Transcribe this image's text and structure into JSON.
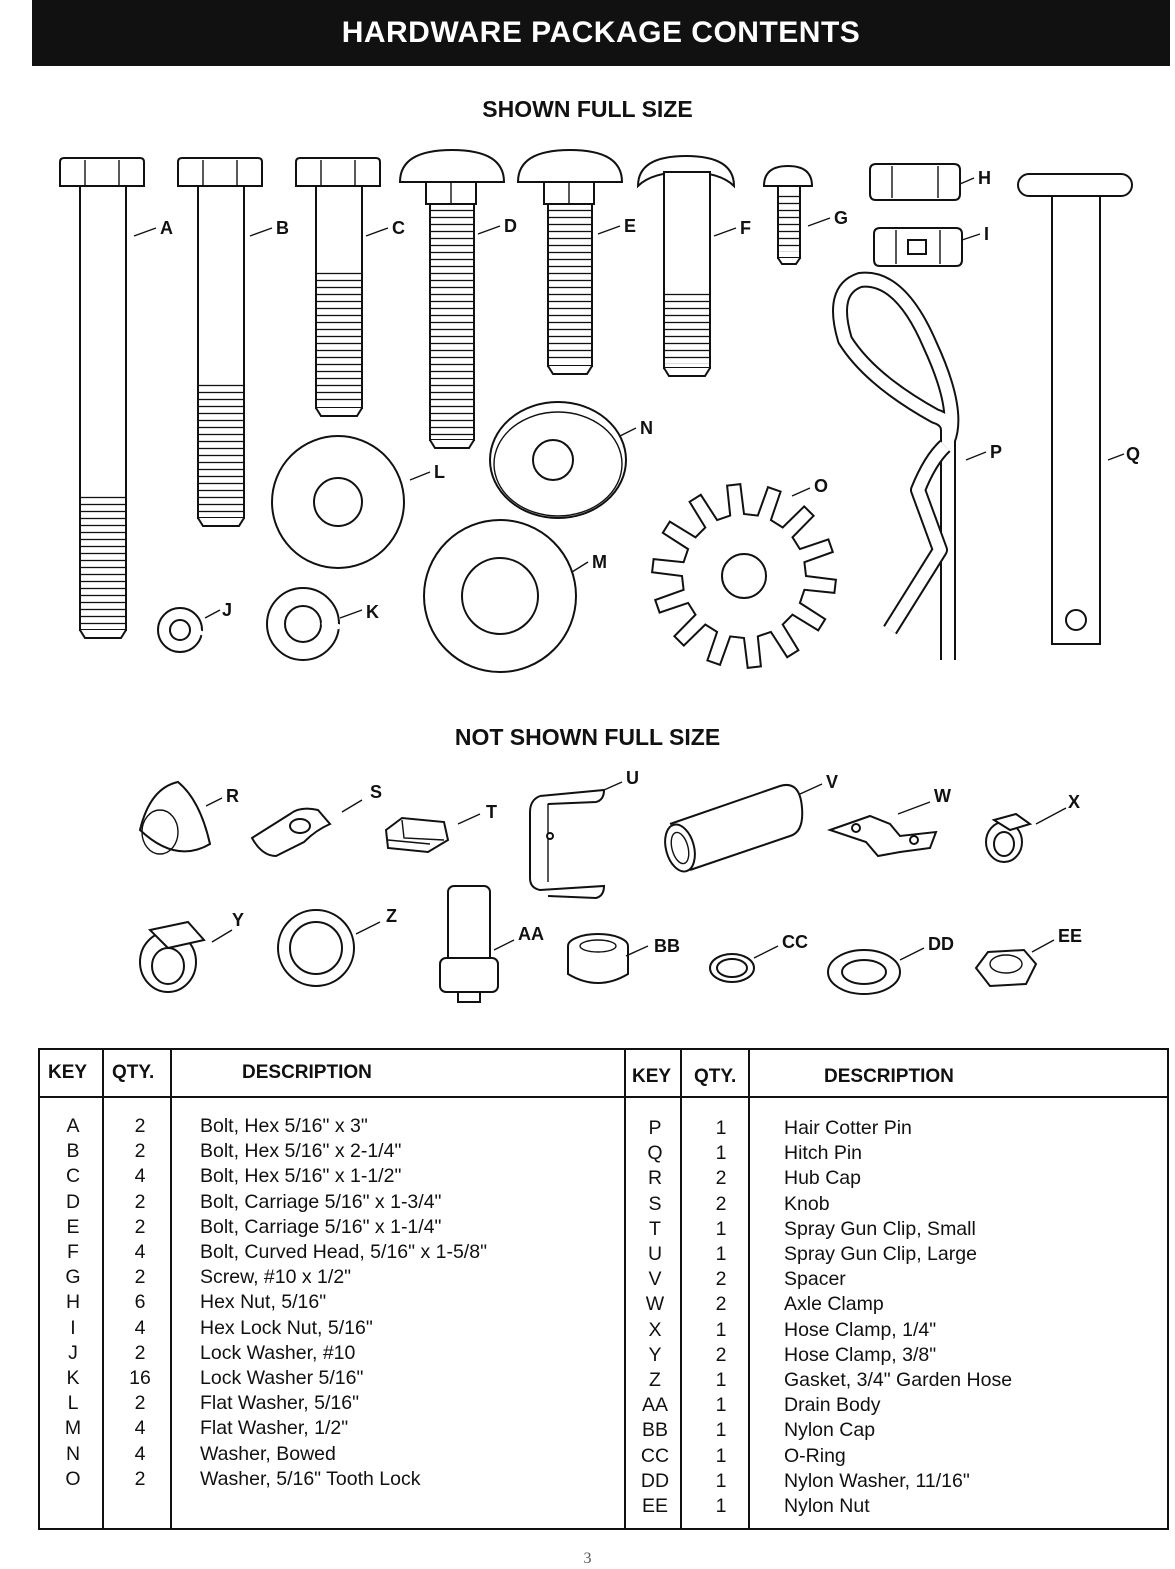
{
  "header": {
    "title": "HARDWARE PACKAGE CONTENTS"
  },
  "sections": {
    "full_size": "SHOWN FULL SIZE",
    "not_full_size": "NOT SHOWN FULL SIZE"
  },
  "figure_labels": {
    "A": "A",
    "B": "B",
    "C": "C",
    "D": "D",
    "E": "E",
    "F": "F",
    "G": "G",
    "H": "H",
    "I": "I",
    "J": "J",
    "K": "K",
    "L": "L",
    "M": "M",
    "N": "N",
    "O": "O",
    "P": "P",
    "Q": "Q",
    "R": "R",
    "S": "S",
    "T": "T",
    "U": "U",
    "V": "V",
    "W": "W",
    "X": "X",
    "Y": "Y",
    "Z": "Z",
    "AA": "AA",
    "BB": "BB",
    "CC": "CC",
    "DD": "DD",
    "EE": "EE"
  },
  "table": {
    "headers": {
      "key": "KEY",
      "qty": "QTY.",
      "description": "DESCRIPTION"
    },
    "left": [
      {
        "key": "A",
        "qty": "2",
        "desc": "Bolt, Hex 5/16\" x 3\""
      },
      {
        "key": "B",
        "qty": "2",
        "desc": "Bolt, Hex 5/16\" x 2-1/4\""
      },
      {
        "key": "C",
        "qty": "4",
        "desc": "Bolt, Hex 5/16\" x 1-1/2\""
      },
      {
        "key": "D",
        "qty": "2",
        "desc": "Bolt, Carriage 5/16\" x 1-3/4\""
      },
      {
        "key": "E",
        "qty": "2",
        "desc": "Bolt, Carriage 5/16\" x 1-1/4\""
      },
      {
        "key": "F",
        "qty": "4",
        "desc": "Bolt, Curved Head, 5/16\" x 1-5/8\""
      },
      {
        "key": "G",
        "qty": "2",
        "desc": "Screw, #10 x 1/2\""
      },
      {
        "key": "H",
        "qty": "6",
        "desc": "Hex Nut, 5/16\""
      },
      {
        "key": "I",
        "qty": "4",
        "desc": "Hex Lock Nut, 5/16\""
      },
      {
        "key": "J",
        "qty": "2",
        "desc": "Lock Washer, #10"
      },
      {
        "key": "K",
        "qty": "16",
        "desc": "Lock Washer 5/16\""
      },
      {
        "key": "L",
        "qty": "2",
        "desc": "Flat Washer, 5/16\""
      },
      {
        "key": "M",
        "qty": "4",
        "desc": "Flat Washer, 1/2\""
      },
      {
        "key": "N",
        "qty": "4",
        "desc": "Washer, Bowed"
      },
      {
        "key": "O",
        "qty": "2",
        "desc": "Washer, 5/16\" Tooth Lock"
      }
    ],
    "right": [
      {
        "key": "P",
        "qty": "1",
        "desc": "Hair Cotter Pin"
      },
      {
        "key": "Q",
        "qty": "1",
        "desc": "Hitch Pin"
      },
      {
        "key": "R",
        "qty": "2",
        "desc": "Hub Cap"
      },
      {
        "key": "S",
        "qty": "2",
        "desc": "Knob"
      },
      {
        "key": "T",
        "qty": "1",
        "desc": "Spray Gun Clip, Small"
      },
      {
        "key": "U",
        "qty": "1",
        "desc": "Spray Gun Clip, Large"
      },
      {
        "key": "V",
        "qty": "2",
        "desc": "Spacer"
      },
      {
        "key": "W",
        "qty": "2",
        "desc": "Axle Clamp"
      },
      {
        "key": "X",
        "qty": "1",
        "desc": "Hose Clamp, 1/4\""
      },
      {
        "key": "Y",
        "qty": "2",
        "desc": "Hose Clamp, 3/8\""
      },
      {
        "key": "Z",
        "qty": "1",
        "desc": "Gasket, 3/4\" Garden Hose"
      },
      {
        "key": "AA",
        "qty": "1",
        "desc": "Drain Body"
      },
      {
        "key": "BB",
        "qty": "1",
        "desc": "Nylon Cap"
      },
      {
        "key": "CC",
        "qty": "1",
        "desc": "O-Ring"
      },
      {
        "key": "DD",
        "qty": "1",
        "desc": "Nylon Washer, 11/16\""
      },
      {
        "key": "EE",
        "qty": "1",
        "desc": "Nylon Nut"
      }
    ]
  },
  "footer": {
    "page_number": "3"
  }
}
